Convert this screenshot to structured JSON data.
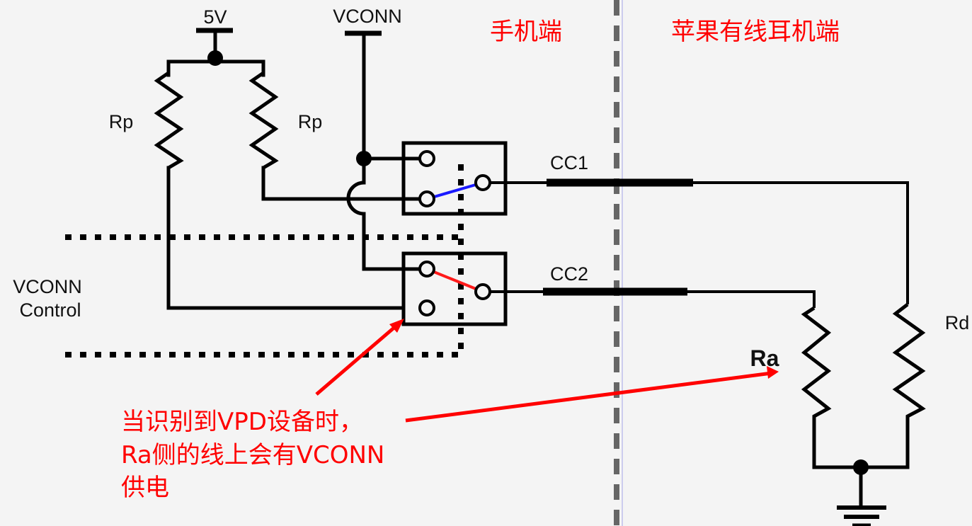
{
  "labels": {
    "supply_5v": "5V",
    "vconn_supply": "VCONN",
    "rp_left": "Rp",
    "rp_right": "Rp",
    "cc1": "CC1",
    "cc2": "CC2",
    "vconn_control_line1": "VCONN",
    "vconn_control_line2": "Control",
    "ra": "Ra",
    "rd": "Rd"
  },
  "regions": {
    "phone_side": "手机端",
    "headset_side": "苹果有线耳机端"
  },
  "annotation": {
    "line1": "当识别到VPD设备时，",
    "line2": "Ra侧的线上会有VCONN",
    "line3": "供电"
  },
  "colors": {
    "annotation": "#ff0000",
    "switch_cc1": "#1a1aff",
    "switch_cc2": "#ff1a1a",
    "divider": "#666666"
  }
}
